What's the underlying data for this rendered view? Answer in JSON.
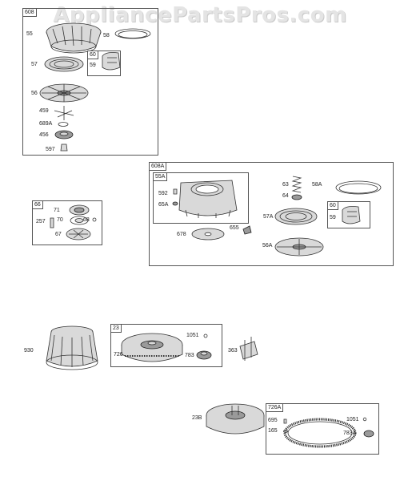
{
  "watermark": "AppliancePartsPros.com",
  "groups": {
    "g608": {
      "tag": "608",
      "parts": [
        "55",
        "58",
        "57",
        "56",
        "459",
        "689A",
        "456",
        "597"
      ],
      "sub60": {
        "tag": "60",
        "part": "59"
      }
    },
    "g608A": {
      "tag": "608A",
      "sub55A": {
        "tag": "55A",
        "parts": [
          "592",
          "65A"
        ]
      },
      "parts": [
        "63",
        "58A",
        "64",
        "57A",
        "678",
        "655",
        "56A"
      ],
      "sub60": {
        "tag": "60",
        "part": "59"
      }
    },
    "g66": {
      "tag": "66",
      "parts": [
        "71",
        "70",
        "257",
        "68",
        "67"
      ]
    },
    "loose": {
      "p930": "930",
      "p363": "363",
      "p23B": "23B"
    },
    "g23": {
      "tag": "23",
      "parts": [
        "1051",
        "726",
        "783"
      ]
    },
    "g726A": {
      "tag": "726A",
      "parts": [
        "695",
        "1051",
        "165",
        "783A"
      ]
    }
  }
}
